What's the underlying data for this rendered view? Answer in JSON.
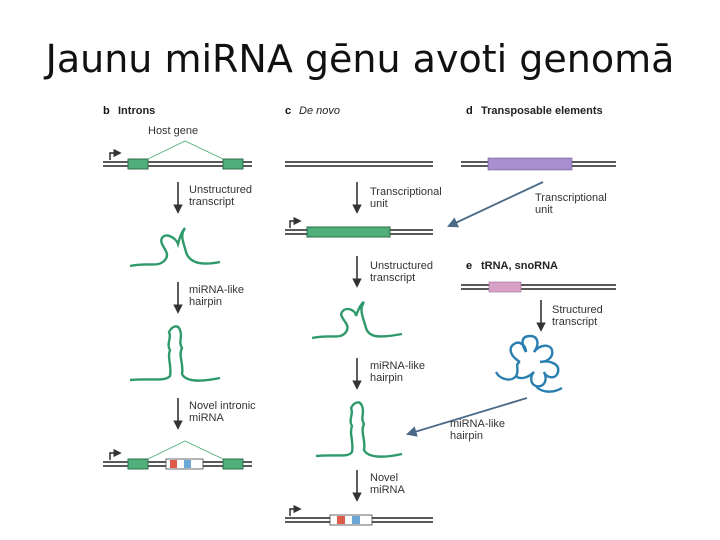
{
  "title": "Jaunu miRNA gēnu avoti genomā",
  "panels": {
    "b": {
      "letter": "b",
      "heading": "Introns",
      "host_gene": "Host gene",
      "step1": [
        "Unstructured",
        "transcript"
      ],
      "step2": [
        "miRNA-like",
        "hairpin"
      ],
      "step3": [
        "Novel intronic",
        "miRNA"
      ]
    },
    "c": {
      "letter": "c",
      "heading": "De novo",
      "step1": [
        "Transcriptional",
        "unit"
      ],
      "step2": [
        "Unstructured",
        "transcript"
      ],
      "step3": [
        "miRNA-like",
        "hairpin"
      ],
      "step4": [
        "Novel",
        "miRNA"
      ]
    },
    "d": {
      "letter": "d",
      "heading": "Transposable elements",
      "step1": [
        "Transcriptional",
        "unit"
      ]
    },
    "e": {
      "letter": "e",
      "heading": "tRNA, snoRNA",
      "step1": [
        "Structured",
        "transcript"
      ],
      "step2": [
        "miRNA-like",
        "hairpin"
      ]
    }
  },
  "colors": {
    "gene_green": "#4fae7a",
    "rna_green": "#2e9a6a",
    "rna_blue": "#2b7fb0",
    "transposon_purple": "#a98ed0",
    "trna_pink": "#d9a0c8",
    "mirna_red": "#e05a4a",
    "mirna_blue": "#6aa6d8",
    "arrow": "#333333",
    "diag_arrow": "#4a6a88"
  }
}
